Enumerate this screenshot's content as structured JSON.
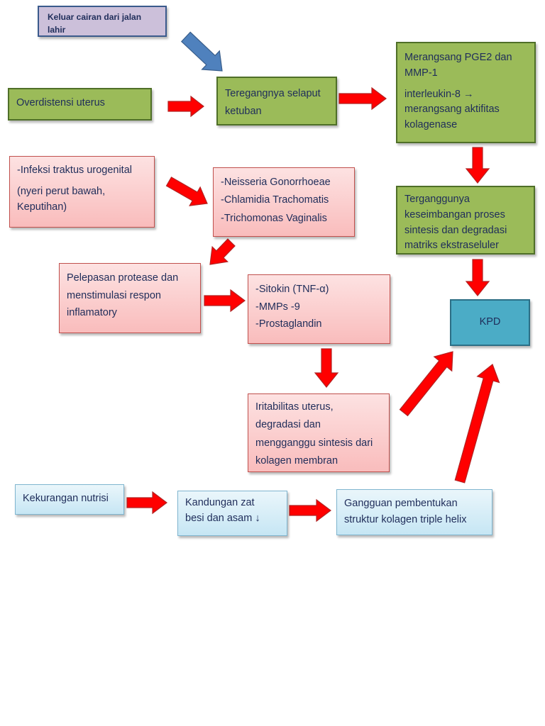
{
  "nodes": {
    "keluar": {
      "lines": [
        "Keluar cairan dari jalan lahir"
      ]
    },
    "overdistensi": {
      "lines": [
        "Overdistensi uterus"
      ]
    },
    "teregangnya": {
      "lines": [
        "Teregangnya selaput",
        "ketuban"
      ]
    },
    "merangsang": {
      "lines": [
        "Merangsang PGE2 dan",
        "MMP-1",
        "interleukin-8 →",
        "merangsang aktifitas",
        "kolagenase"
      ]
    },
    "infeksi": {
      "lines": [
        "-Infeksi traktus urogenital",
        "(nyeri perut bawah,",
        "Keputihan)"
      ]
    },
    "bakteri": {
      "lines": [
        "-Neisseria Gonorrhoeae",
        "-Chlamidia Trachomatis",
        "-Trichomonas Vaginalis"
      ]
    },
    "terganggunya": {
      "lines": [
        "Terganggunya",
        "keseimbangan proses",
        "sintesis dan degradasi",
        "matriks ekstraseluler"
      ]
    },
    "pelepasan": {
      "lines": [
        "Pelepasan protease dan",
        "menstimulasi respon",
        "inflamatory"
      ]
    },
    "sitokin": {
      "lines": [
        "-Sitokin (TNF-α)",
        "-MMPs -9",
        "-Prostaglandin"
      ]
    },
    "kpd": {
      "lines": [
        "KPD"
      ]
    },
    "iritabilitas": {
      "lines": [
        "Iritabilitas uterus,",
        "degradasi dan",
        "mengganggu sintesis dari",
        "kolagen membran"
      ]
    },
    "nutrisi": {
      "lines": [
        "Kekurangan nutrisi"
      ]
    },
    "kandungan": {
      "lines": [
        "Kandungan zat",
        "besi dan asam ↓"
      ]
    },
    "gangguan": {
      "lines": [
        "Gangguan pembentukan",
        "struktur kolagen triple helix"
      ]
    }
  },
  "colors": {
    "arrow_red": "#ff0000",
    "arrow_red_outline": "#b22222",
    "arrow_blue": "#4f81bd",
    "arrow_blue_outline": "#385d8a",
    "green_box": "#9bbb59",
    "pink_box": "#f9bcbc",
    "blue_box": "#c6e6f4",
    "teal_box": "#4bacc6",
    "purple_box": "#ccc0da",
    "text": "#1f2d5a"
  }
}
